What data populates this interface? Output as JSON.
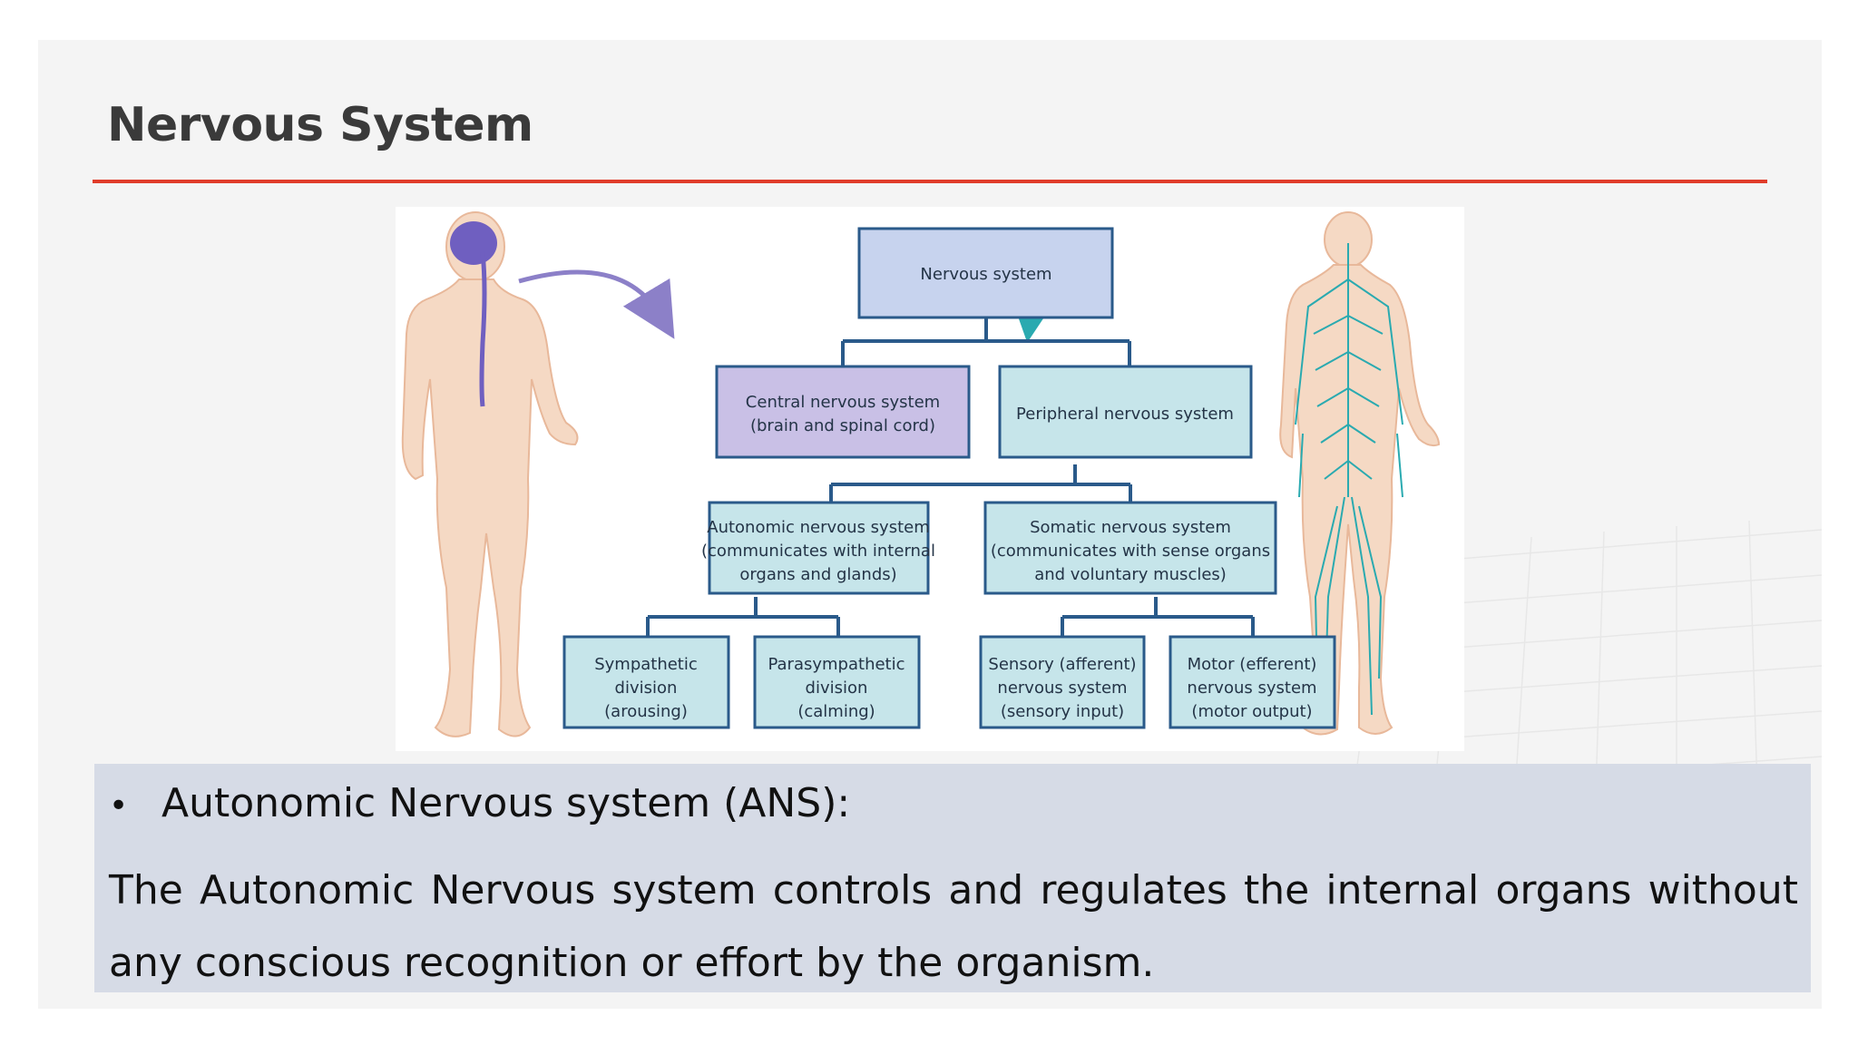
{
  "slide": {
    "title": "Nervous System",
    "accent_color": "#e03c2a",
    "panel_color": "#d6dbe6"
  },
  "diagram": {
    "root": {
      "lines": [
        "Nervous system"
      ],
      "fill": "#c7d3ee"
    },
    "cns": {
      "lines": [
        "Central nervous system",
        "(brain and spinal cord)"
      ],
      "fill": "#c9c0e6"
    },
    "pns": {
      "lines": [
        "Peripheral nervous system"
      ],
      "fill": "#c6e5ea"
    },
    "ans": {
      "lines": [
        "Autonomic nervous system",
        "(communicates with internal",
        "organs and glands)"
      ],
      "fill": "#c6e5ea"
    },
    "sns": {
      "lines": [
        "Somatic nervous system",
        "(communicates with sense organs",
        "and voluntary muscles)"
      ],
      "fill": "#c6e5ea"
    },
    "sympathetic": {
      "lines": [
        "Sympathetic",
        "division",
        "(arousing)"
      ],
      "fill": "#c6e5ea"
    },
    "parasympathetic": {
      "lines": [
        "Parasympathetic",
        "division",
        "(calming)"
      ],
      "fill": "#c6e5ea"
    },
    "sensory": {
      "lines": [
        "Sensory (afferent)",
        "nervous system",
        "(sensory input)"
      ],
      "fill": "#c6e5ea"
    },
    "motor": {
      "lines": [
        "Motor (efferent)",
        "nervous system",
        "(motor output)"
      ],
      "fill": "#c6e5ea"
    },
    "connector_color": "#2a5a8a",
    "cns_arrow_color": "#8c80c8",
    "pns_arrow_color": "#2aaab0"
  },
  "content": {
    "bullet_heading": "Autonomic Nervous system (ANS):",
    "body": "The Autonomic Nervous system controls and regulates the internal organs without any conscious recognition or effort by the organism."
  }
}
